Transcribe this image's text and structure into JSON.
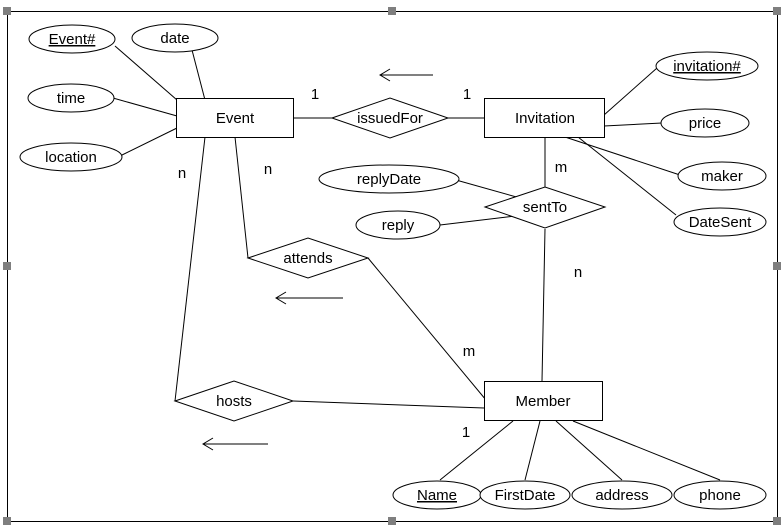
{
  "diagram": {
    "entities": {
      "event": "Event",
      "invitation": "Invitation",
      "member": "Member"
    },
    "relationships": {
      "issued_for": "issuedFor",
      "sent_to": "sentTo",
      "attends": "attends",
      "hosts": "hosts"
    },
    "attributes": {
      "event_no": "Event#",
      "date": "date",
      "time": "time",
      "location": "location",
      "invitation_no": "invitation#",
      "price": "price",
      "maker": "maker",
      "date_sent": "DateSent",
      "reply_date": "replyDate",
      "reply": "reply",
      "name": "Name",
      "first_date": "FirstDate",
      "address": "address",
      "phone": "phone"
    },
    "cardinalities": {
      "event_issued_for": "1",
      "invitation_issued_for": "1",
      "invitation_sent_to": "m",
      "member_sent_to": "n",
      "event_attends": "n",
      "member_attends": "m",
      "event_hosts": "n",
      "member_hosts": "1"
    },
    "key_attributes": [
      "Event#",
      "invitation#",
      "Name"
    ]
  }
}
